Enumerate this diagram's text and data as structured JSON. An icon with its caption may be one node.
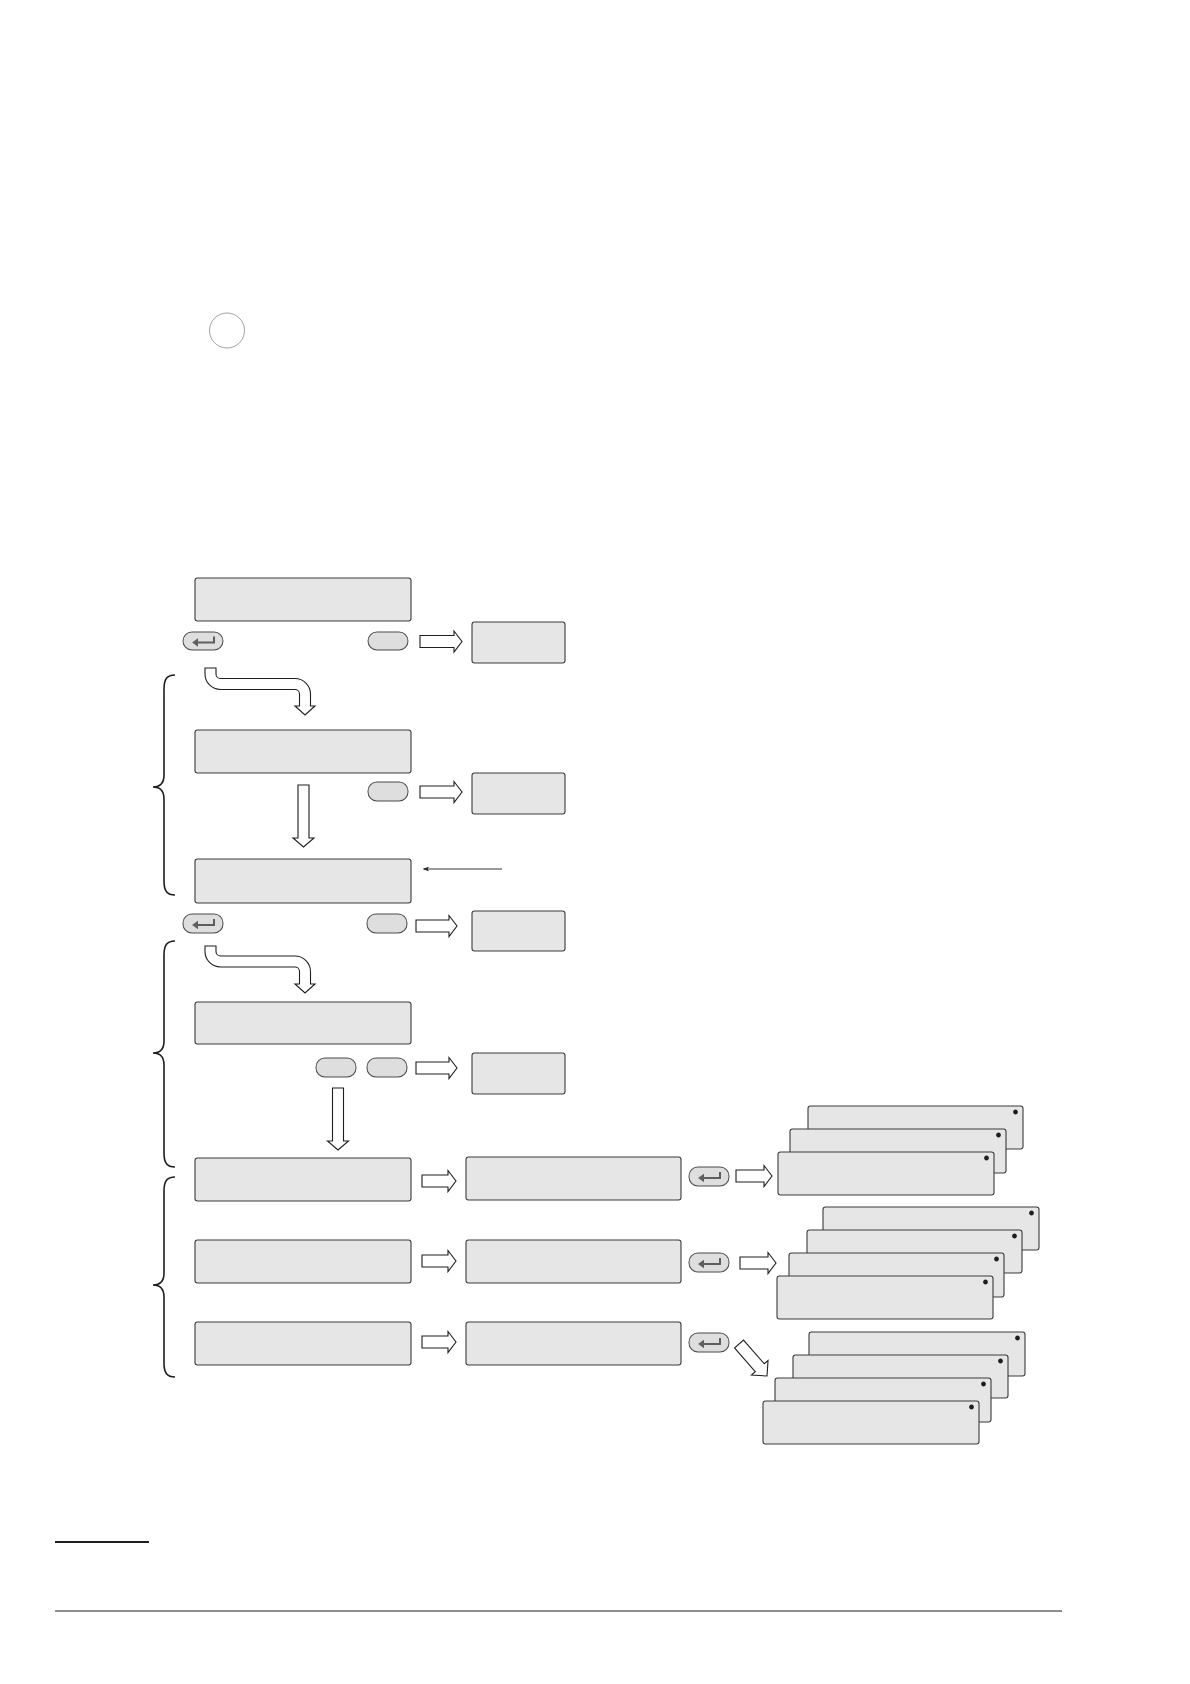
{
  "diagram": {
    "nodes": [
      {
        "text": [],
        "shape": "circle"
      },
      {
        "text": [],
        "shape": "box"
      },
      {
        "text": [],
        "shape": "button"
      },
      {
        "text": [],
        "shape": "button"
      },
      {
        "text": [],
        "shape": "box"
      },
      {
        "text": [],
        "shape": "box"
      },
      {
        "text": [],
        "shape": "button"
      },
      {
        "text": [],
        "shape": "box"
      },
      {
        "text": [],
        "shape": "box"
      },
      {
        "text": [],
        "shape": "button"
      },
      {
        "text": [],
        "shape": "button"
      },
      {
        "text": [],
        "shape": "box"
      },
      {
        "text": [],
        "shape": "box"
      },
      {
        "text": [],
        "shape": "button"
      },
      {
        "text": [],
        "shape": "button"
      },
      {
        "text": [],
        "shape": "box"
      },
      {
        "text": [],
        "shape": "box"
      },
      {
        "text": [],
        "shape": "box"
      },
      {
        "text": [],
        "shape": "button"
      },
      {
        "text": [],
        "shape": "box"
      },
      {
        "text": [],
        "shape": "box"
      },
      {
        "text": [],
        "shape": "box"
      },
      {
        "text": [],
        "shape": "box"
      },
      {
        "text": [],
        "shape": "box"
      },
      {
        "text": [],
        "shape": "button"
      },
      {
        "text": [],
        "shape": "box"
      },
      {
        "text": [],
        "shape": "box"
      },
      {
        "text": [],
        "shape": "box"
      },
      {
        "text": [],
        "shape": "box"
      },
      {
        "text": [],
        "shape": "box"
      },
      {
        "text": [],
        "shape": "box"
      },
      {
        "text": [],
        "shape": "button"
      },
      {
        "text": [],
        "shape": "box"
      },
      {
        "text": [],
        "shape": "box"
      },
      {
        "text": [],
        "shape": "box"
      },
      {
        "text": [],
        "shape": "box"
      }
    ],
    "edges": [
      {
        "from": 3,
        "to": 4,
        "arrow": "to"
      },
      {
        "from": 2,
        "to": 5,
        "arrow": "to"
      },
      {
        "from": 5,
        "to": 8,
        "arrow": "to"
      },
      {
        "from": 6,
        "to": 7,
        "arrow": "to"
      },
      {
        "from": null,
        "to": 8,
        "arrow": "to"
      },
      {
        "from": 9,
        "to": 12,
        "arrow": "to"
      },
      {
        "from": 10,
        "to": 11,
        "arrow": "to"
      },
      {
        "from": 14,
        "to": 15,
        "arrow": "to"
      },
      {
        "from": 13,
        "to": 16,
        "arrow": "to"
      },
      {
        "from": 16,
        "to": 17,
        "arrow": "to"
      },
      {
        "from": 22,
        "to": 23,
        "arrow": "to"
      },
      {
        "from": 29,
        "to": 30,
        "arrow": "to"
      },
      {
        "from": 18,
        "to": 21,
        "arrow": "to"
      },
      {
        "from": 24,
        "to": 27,
        "arrow": "to"
      },
      {
        "from": 31,
        "to": 34,
        "arrow": "to"
      }
    ]
  }
}
